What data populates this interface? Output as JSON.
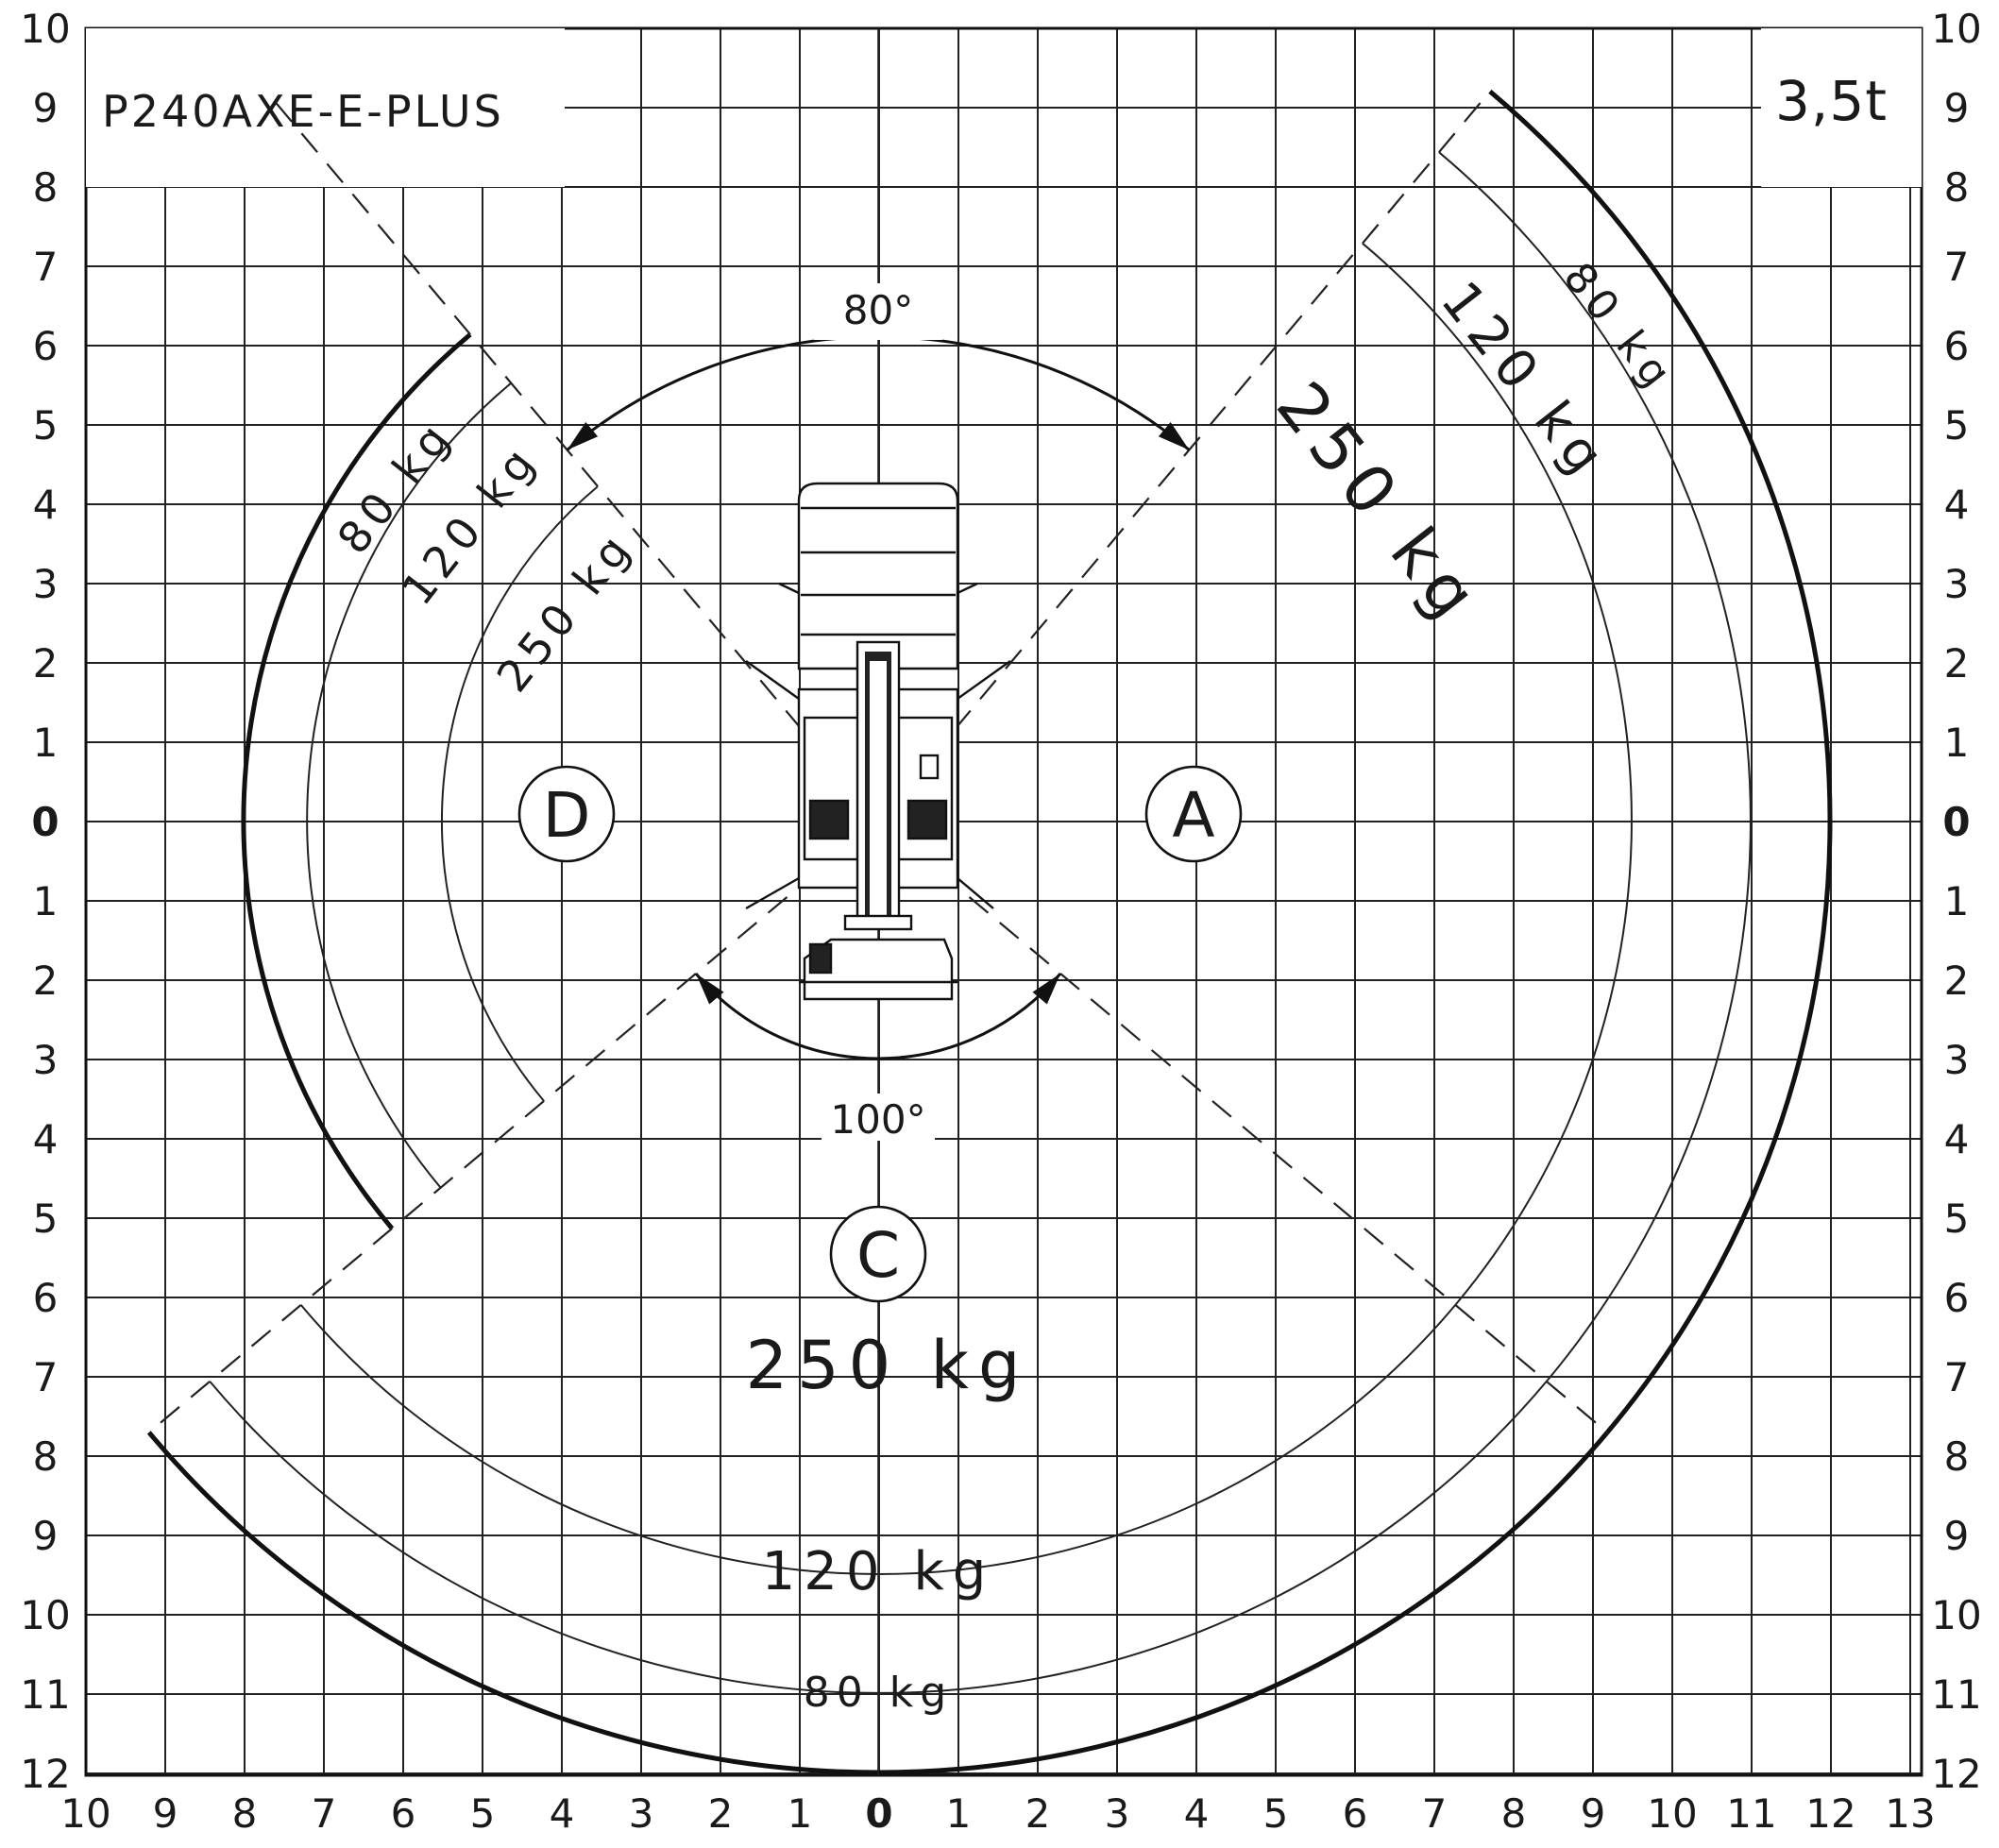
{
  "model": "P240AXE-E-PLUS",
  "capacity_rating": "3,5t",
  "axes": {
    "left": [
      "10",
      "9",
      "8",
      "7",
      "6",
      "5",
      "4",
      "3",
      "2",
      "1",
      "0",
      "1",
      "2",
      "3",
      "4",
      "5",
      "6",
      "7",
      "8",
      "9",
      "10",
      "11",
      "12"
    ],
    "right": [
      "10",
      "9",
      "8",
      "7",
      "6",
      "5",
      "4",
      "3",
      "2",
      "1",
      "0",
      "1",
      "2",
      "3",
      "4",
      "5",
      "6",
      "7",
      "8",
      "9",
      "10",
      "11",
      "12"
    ],
    "bottom": [
      "10",
      "9",
      "8",
      "7",
      "6",
      "5",
      "4",
      "3",
      "2",
      "1",
      "0",
      "1",
      "2",
      "3",
      "4",
      "5",
      "6",
      "7",
      "8",
      "9",
      "10",
      "11",
      "12",
      "13"
    ]
  },
  "angles": {
    "front": "80°",
    "rear": "100°"
  },
  "zones": {
    "front_right": "A",
    "rear": "C",
    "front_left": "D"
  },
  "capacities": {
    "zone_a": [
      "80 kg",
      "120 kg",
      "250 kg"
    ],
    "zone_c": [
      "250 kg",
      "120 kg",
      "80 kg"
    ],
    "zone_d": [
      "80 kg",
      "120 kg",
      "250 kg"
    ]
  },
  "reach_units": {
    "zone_a": [
      12.0,
      11.0,
      9.5
    ],
    "zone_c": [
      12.0,
      11.0,
      9.5
    ],
    "zone_d": [
      8.0,
      7.2,
      5.5
    ]
  }
}
